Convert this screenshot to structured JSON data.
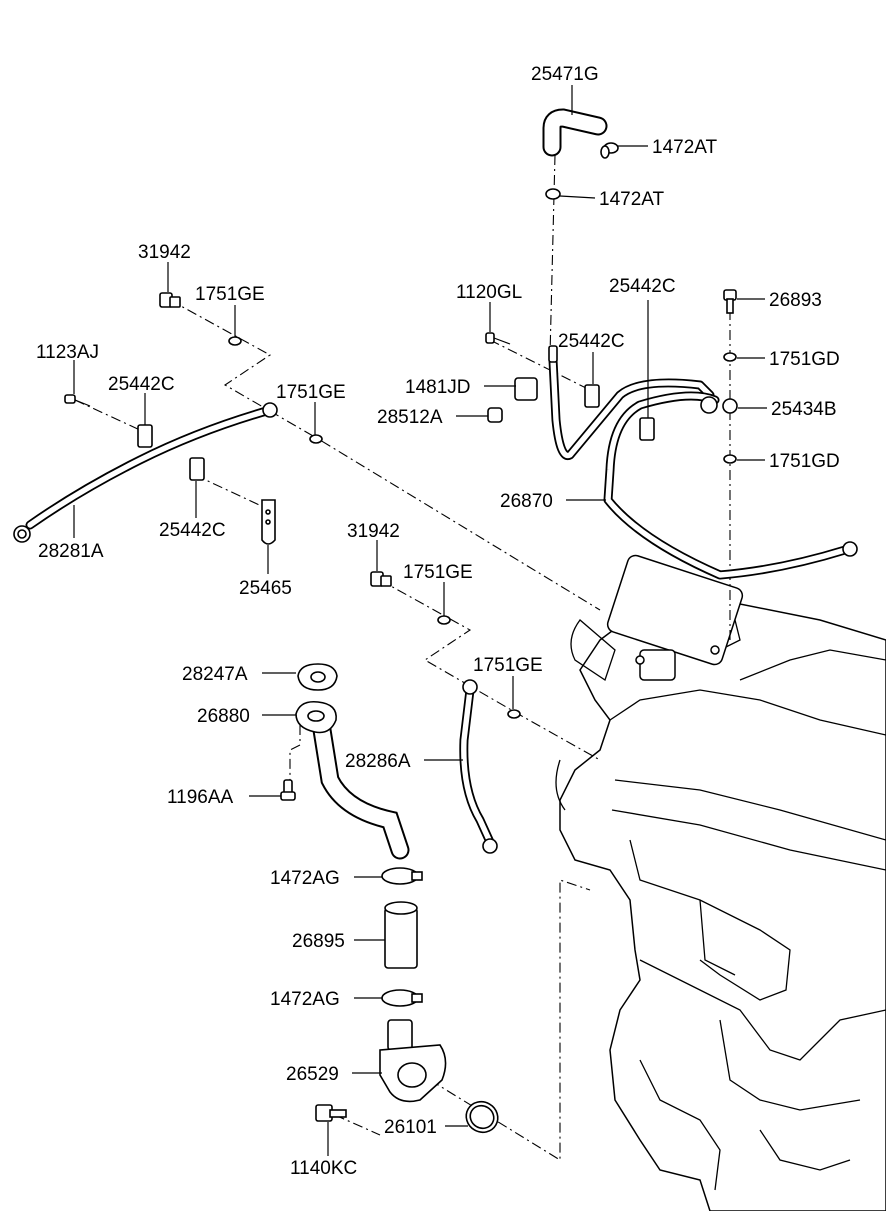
{
  "diagram": {
    "labels": {
      "l_25471G": "25471G",
      "l_1472AT_a": "1472AT",
      "l_1472AT_b": "1472AT",
      "l_31942_a": "31942",
      "l_1751GE_a": "1751GE",
      "l_1120GL": "1120GL",
      "l_25442C_a": "25442C",
      "l_26893": "26893",
      "l_25442C_b": "25442C",
      "l_1123AJ": "1123AJ",
      "l_25442C_c": "25442C",
      "l_1751GE_b": "1751GE",
      "l_1481JD": "1481JD",
      "l_1751GD_a": "1751GD",
      "l_28512A": "28512A",
      "l_25434B": "25434B",
      "l_1751GD_b": "1751GD",
      "l_26870": "26870",
      "l_28281A": "28281A",
      "l_25442C_d": "25442C",
      "l_31942_b": "31942",
      "l_1751GE_c": "1751GE",
      "l_25465": "25465",
      "l_1751GE_d": "1751GE",
      "l_28247A": "28247A",
      "l_26880": "26880",
      "l_28286A": "28286A",
      "l_1196AA": "1196AA",
      "l_1472AG_a": "1472AG",
      "l_26895": "26895",
      "l_1472AG_b": "1472AG",
      "l_26529": "26529",
      "l_26101": "26101",
      "l_1140KC": "1140KC"
    }
  }
}
